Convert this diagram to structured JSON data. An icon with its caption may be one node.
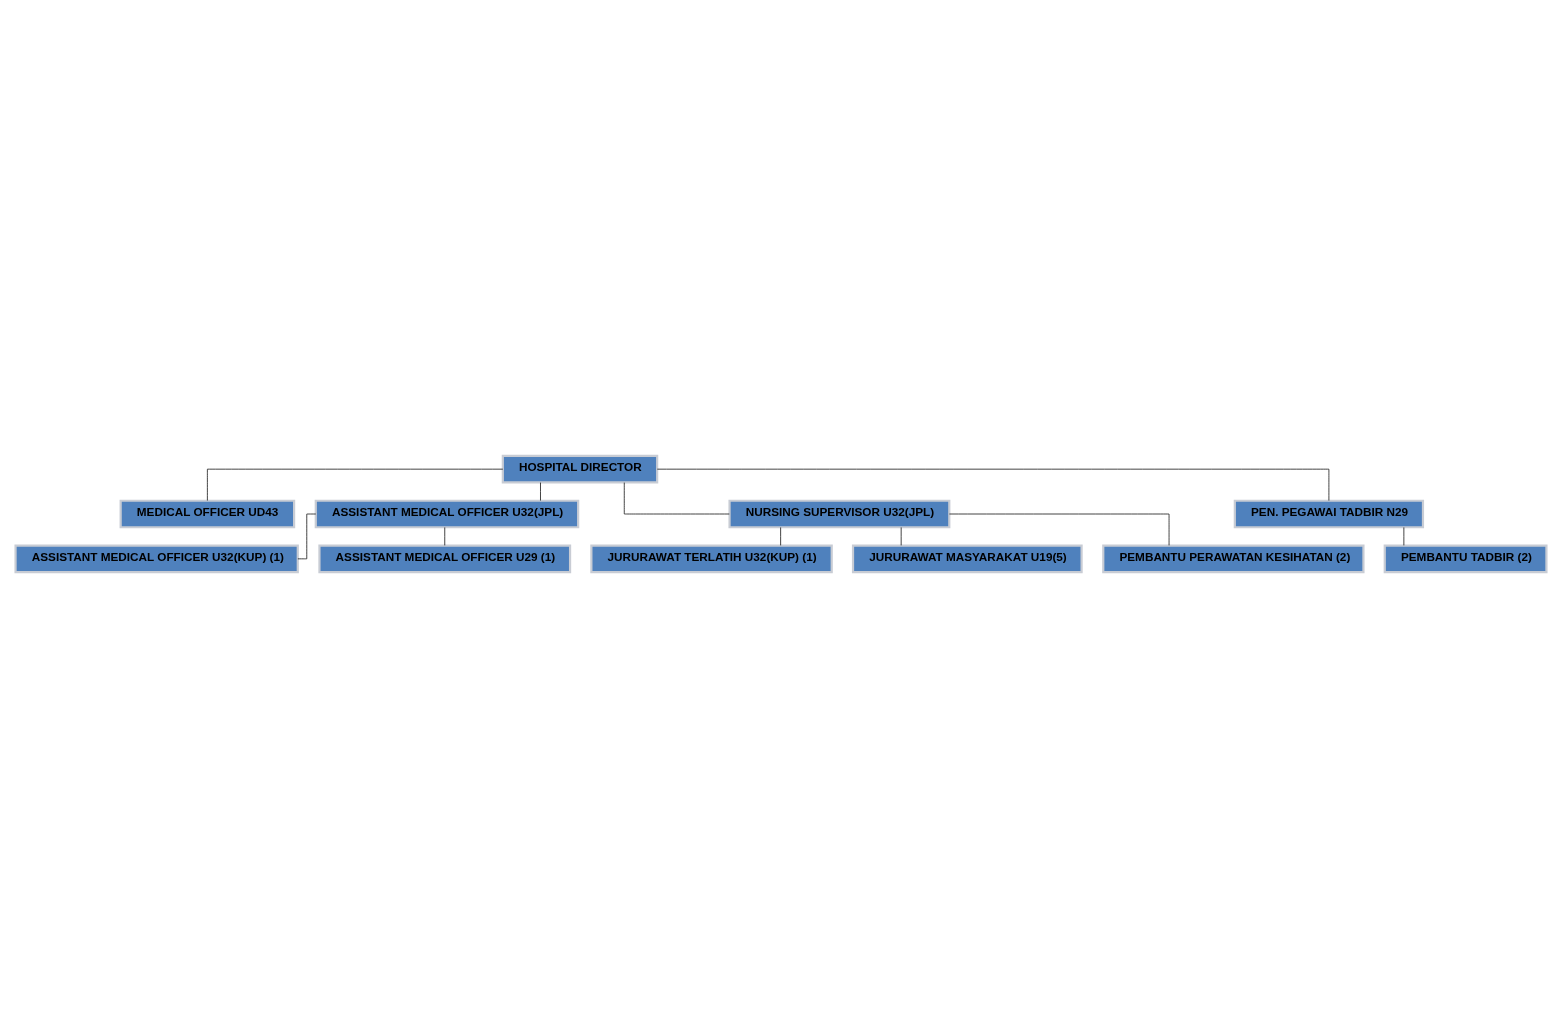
{
  "diagram": {
    "nodes": [
      {
        "text": [
          "HOSPITAL DIRECTOR"
        ]
      },
      {
        "text": [
          "MEDICAL OFFICER UD43"
        ]
      },
      {
        "text": [
          "ASSISTANT MEDICAL OFFICER U32(JPL)"
        ]
      },
      {
        "text": [
          "NURSING SUPERVISOR U32(JPL)"
        ]
      },
      {
        "text": [
          "PEN. PEGAWAI TADBIR N29"
        ]
      },
      {
        "text": [
          "ASSISTANT MEDICAL OFFICER U32(KUP) (1)"
        ]
      },
      {
        "text": [
          "JURURAWAT TERLATIH U32(KUP) (1)"
        ]
      },
      {
        "text": [
          "ASSISTANT MEDICAL OFFICER U29 (1)"
        ]
      },
      {
        "text": [
          "PEMBANTU TADBIR (2)"
        ]
      },
      {
        "text": [
          "JURURAWAT MASYARAKAT U19(5)"
        ]
      },
      {
        "text": [
          "PEMBANTU PERAWATAN KESIHATAN (2)"
        ]
      }
    ],
    "edges": [
      {
        "from": 0,
        "to": 1,
        "arrow": "none"
      },
      {
        "from": 0,
        "to": 2,
        "arrow": "none"
      },
      {
        "from": 0,
        "to": 3,
        "arrow": "none"
      },
      {
        "from": 0,
        "to": 4,
        "arrow": "none"
      },
      {
        "from": 2,
        "to": 5,
        "arrow": "none"
      },
      {
        "from": 2,
        "to": 7,
        "arrow": "none"
      },
      {
        "from": 3,
        "to": 6,
        "arrow": "none"
      },
      {
        "from": 3,
        "to": 9,
        "arrow": "none"
      },
      {
        "from": 3,
        "to": 10,
        "arrow": "none"
      },
      {
        "from": 4,
        "to": 8,
        "arrow": "none"
      }
    ]
  }
}
